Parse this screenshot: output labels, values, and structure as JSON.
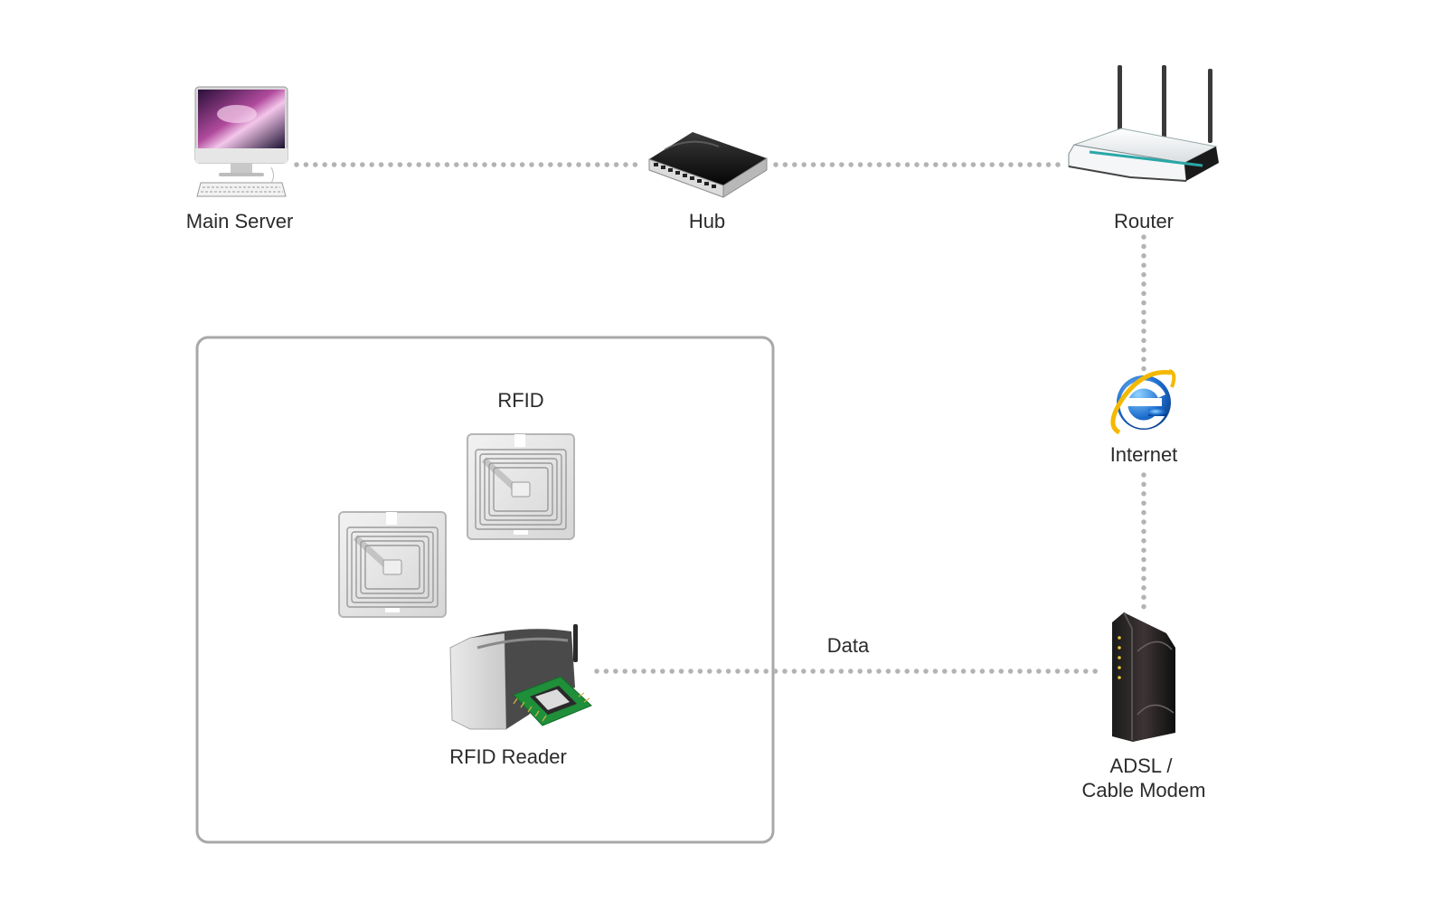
{
  "nodes": {
    "main_server": "Main Server",
    "hub": "Hub",
    "router": "Router",
    "internet": "Internet",
    "modem_line1": "ADSL /",
    "modem_line2": "Cable Modem",
    "rfid": "RFID",
    "rfid_reader": "RFID Reader"
  },
  "edges": {
    "data_label": "Data"
  },
  "colors": {
    "connector": "#b3b3b3",
    "group_border": "#a8a8a8",
    "text": "#2b2b2b"
  },
  "icons": [
    "imac-icon",
    "network-hub-icon",
    "wifi-router-icon",
    "internet-explorer-icon",
    "cable-modem-icon",
    "rfid-tag-icon",
    "rfid-reader-icon"
  ]
}
